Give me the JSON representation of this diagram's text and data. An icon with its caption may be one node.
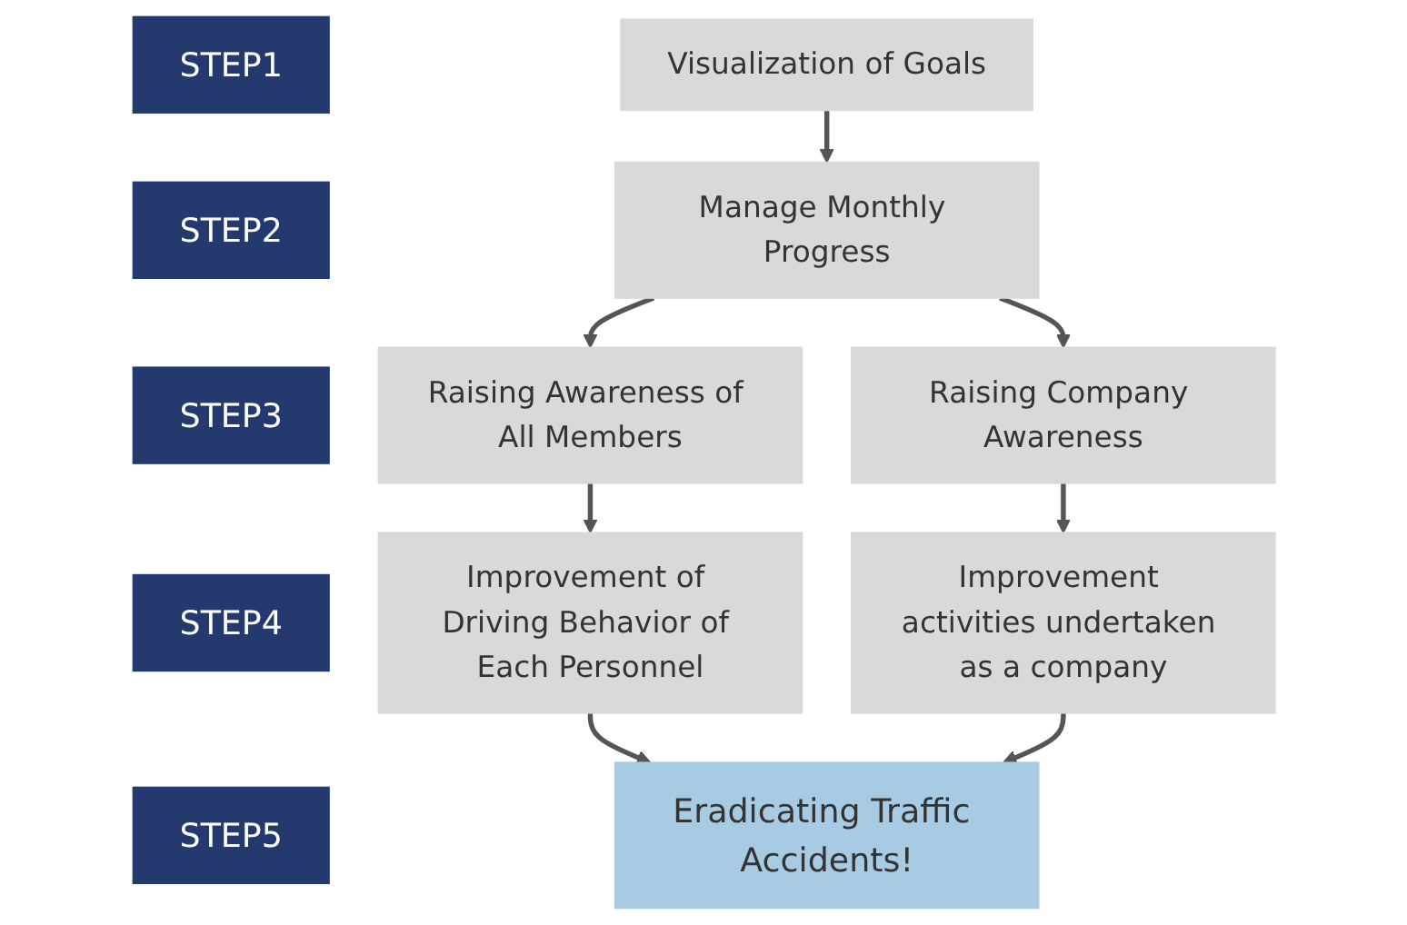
{
  "diagram": {
    "nodes": [
      {
        "text": [
          "STEP1"
        ]
      },
      {
        "text": [
          "Visualization of Goals"
        ]
      },
      {
        "text": [
          "STEP2"
        ]
      },
      {
        "text": [
          "Manage Monthly Progress"
        ]
      },
      {
        "text": [
          "STEP3"
        ]
      },
      {
        "text": [
          "Raising Awareness of All Members"
        ]
      },
      {
        "text": [
          "Raising Company Awareness"
        ]
      },
      {
        "text": [
          "STEP4"
        ]
      },
      {
        "text": [
          "Improvement of Driving Behavior of Each Personnel"
        ]
      },
      {
        "text": [
          "Improvement activities undertaken as a company"
        ]
      },
      {
        "text": [
          "STEP5"
        ]
      },
      {
        "text": [
          "Eradicating Traffic Accidents!"
        ]
      }
    ],
    "edges": [
      {
        "from": 1,
        "to": 3,
        "arrow": "to"
      },
      {
        "from": 3,
        "to": 5,
        "arrow": "to"
      },
      {
        "from": 3,
        "to": 6,
        "arrow": "to"
      },
      {
        "from": 5,
        "to": 8,
        "arrow": "to"
      },
      {
        "from": 6,
        "to": 9,
        "arrow": "to"
      },
      {
        "from": 8,
        "to": 11,
        "arrow": "to"
      },
      {
        "from": 9,
        "to": 11,
        "arrow": "to"
      }
    ]
  }
}
